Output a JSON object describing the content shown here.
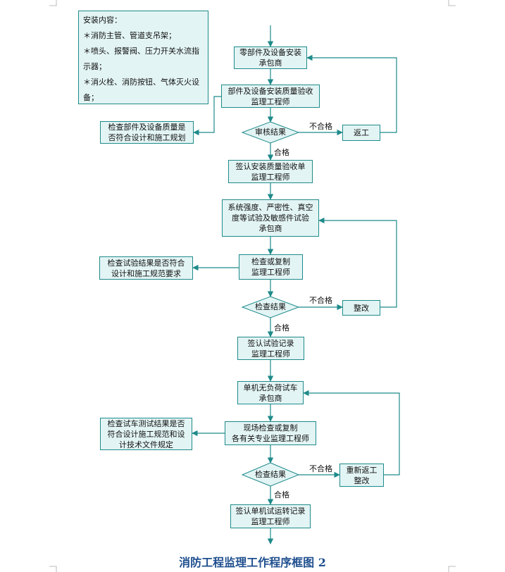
{
  "colors": {
    "box_fill": "#e3f4f4",
    "box_border": "#1f8a8a",
    "arrow": "#1f8a8a",
    "title": "#1f4f8f"
  },
  "install_note": {
    "title": "安装内容：",
    "lines": [
      "＊消防主管、管道支吊架；",
      "＊喷头、报警阀、压力开关水流指",
      "示器；",
      "＊消火栓、消防按钮、气体灭火设",
      "备；"
    ]
  },
  "nodes": {
    "n1": [
      "零部件及设备安装",
      "承包商"
    ],
    "n2": [
      "部件及设备安装质量验收",
      "监理工程师"
    ],
    "n3": [
      "审核结果"
    ],
    "n4": [
      "检查部件及设备质量是",
      "否符合设计和施工规划"
    ],
    "n5": [
      "返工"
    ],
    "n6": [
      "签认安装质量验收单",
      "监理工程师"
    ],
    "n7": [
      "系统强度、严密性、真空",
      "度等试验及敏感件试验",
      "承包商"
    ],
    "n8": [
      "检查或复制",
      "监理工程师"
    ],
    "n9": [
      "检查试验结果是否符合",
      "设计和施工规范要求"
    ],
    "n10": [
      "检查结果"
    ],
    "n11": [
      "整改"
    ],
    "n12": [
      "签认试验记录",
      "监理工程师"
    ],
    "n13": [
      "单机无负荷试车",
      "承包商"
    ],
    "n14": [
      "现场检查或复制",
      "各有关专业监理工程师"
    ],
    "n15": [
      "检查试车测试结果是否",
      "符合设计施工规范和设",
      "计技术文件规定"
    ],
    "n16": [
      "检查结果"
    ],
    "n17": [
      "重新返工",
      "整改"
    ],
    "n18": [
      "签认单机试运转记录",
      "监理工程师"
    ]
  },
  "edge_labels": {
    "fail": "不合格",
    "pass": "合格"
  },
  "title": "消防工程监理工作程序框图 2"
}
